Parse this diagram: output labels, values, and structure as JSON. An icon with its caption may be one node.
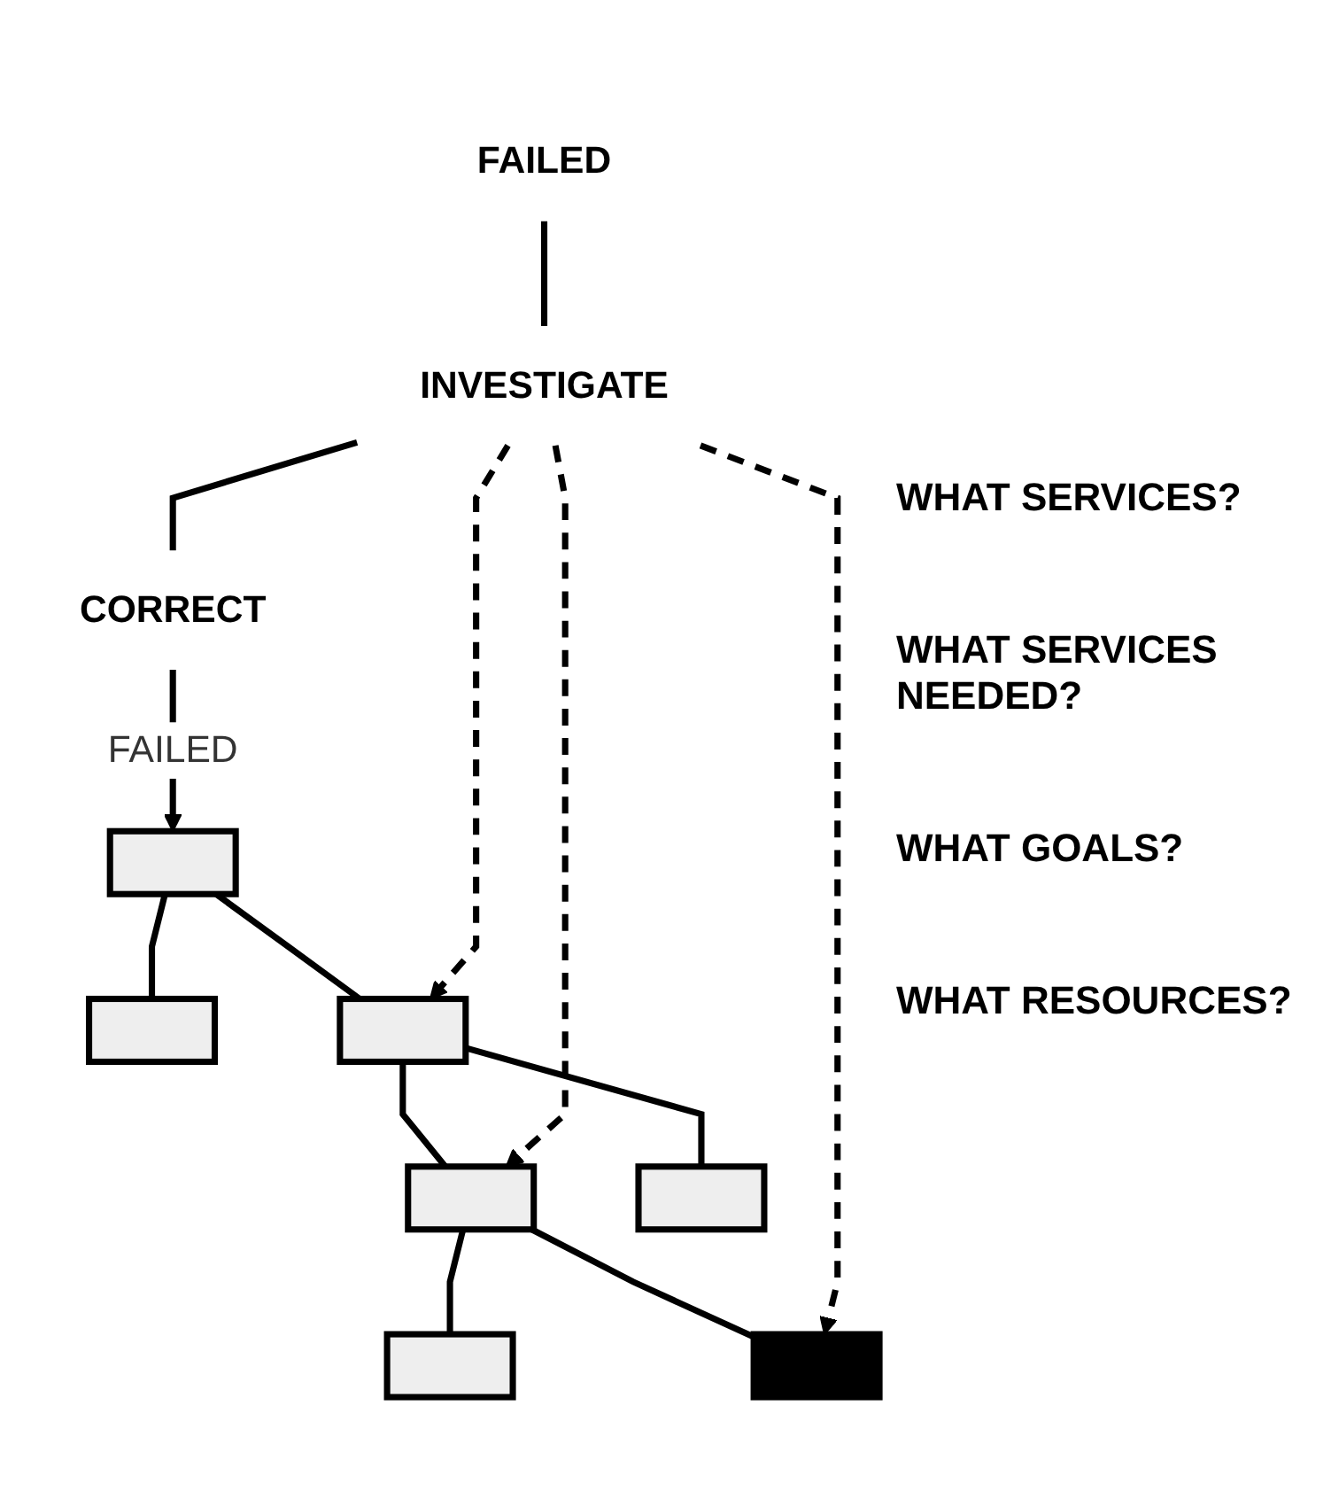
{
  "diagram": {
    "nodes": [
      {
        "text": [],
        "shape": "box"
      },
      {
        "text": [],
        "shape": "box"
      },
      {
        "text": [],
        "shape": "box"
      },
      {
        "text": [],
        "shape": "box"
      },
      {
        "text": [],
        "shape": "box"
      },
      {
        "text": [],
        "shape": "box"
      },
      {
        "text": [],
        "shape": "box"
      },
      {
        "text": [
          "FAILED"
        ]
      },
      {
        "text": [
          "INVESTIGATE"
        ]
      },
      {
        "text": [
          "CORRECT"
        ]
      }
    ],
    "edges": [
      {
        "from": 0,
        "to": 1,
        "arrow": "none"
      },
      {
        "from": 0,
        "to": 2,
        "arrow": "none"
      },
      {
        "from": 2,
        "to": 3,
        "arrow": "none"
      },
      {
        "from": 2,
        "to": 4,
        "arrow": "none"
      },
      {
        "from": 3,
        "to": 5,
        "arrow": "none"
      },
      {
        "from": 3,
        "to": 6,
        "arrow": "none"
      },
      {
        "from": 7,
        "to": 8,
        "arrow": "none"
      },
      {
        "from": 8,
        "to": 9,
        "arrow": "none"
      },
      {
        "from": 9,
        "to": 0,
        "arrow": "to",
        "label": "FAILED"
      },
      {
        "from": 8,
        "to": 2,
        "arrow": "to",
        "style": "dashed"
      },
      {
        "from": 8,
        "to": 3,
        "arrow": "to",
        "style": "dashed"
      },
      {
        "from": 8,
        "to": 6,
        "arrow": "to",
        "style": "dashed"
      }
    ],
    "labels": [
      "WHAT SERVICES?",
      "WHAT SERVICES NEEDED?",
      "WHAT GOALS?",
      "WHAT RESOURCES?"
    ]
  }
}
